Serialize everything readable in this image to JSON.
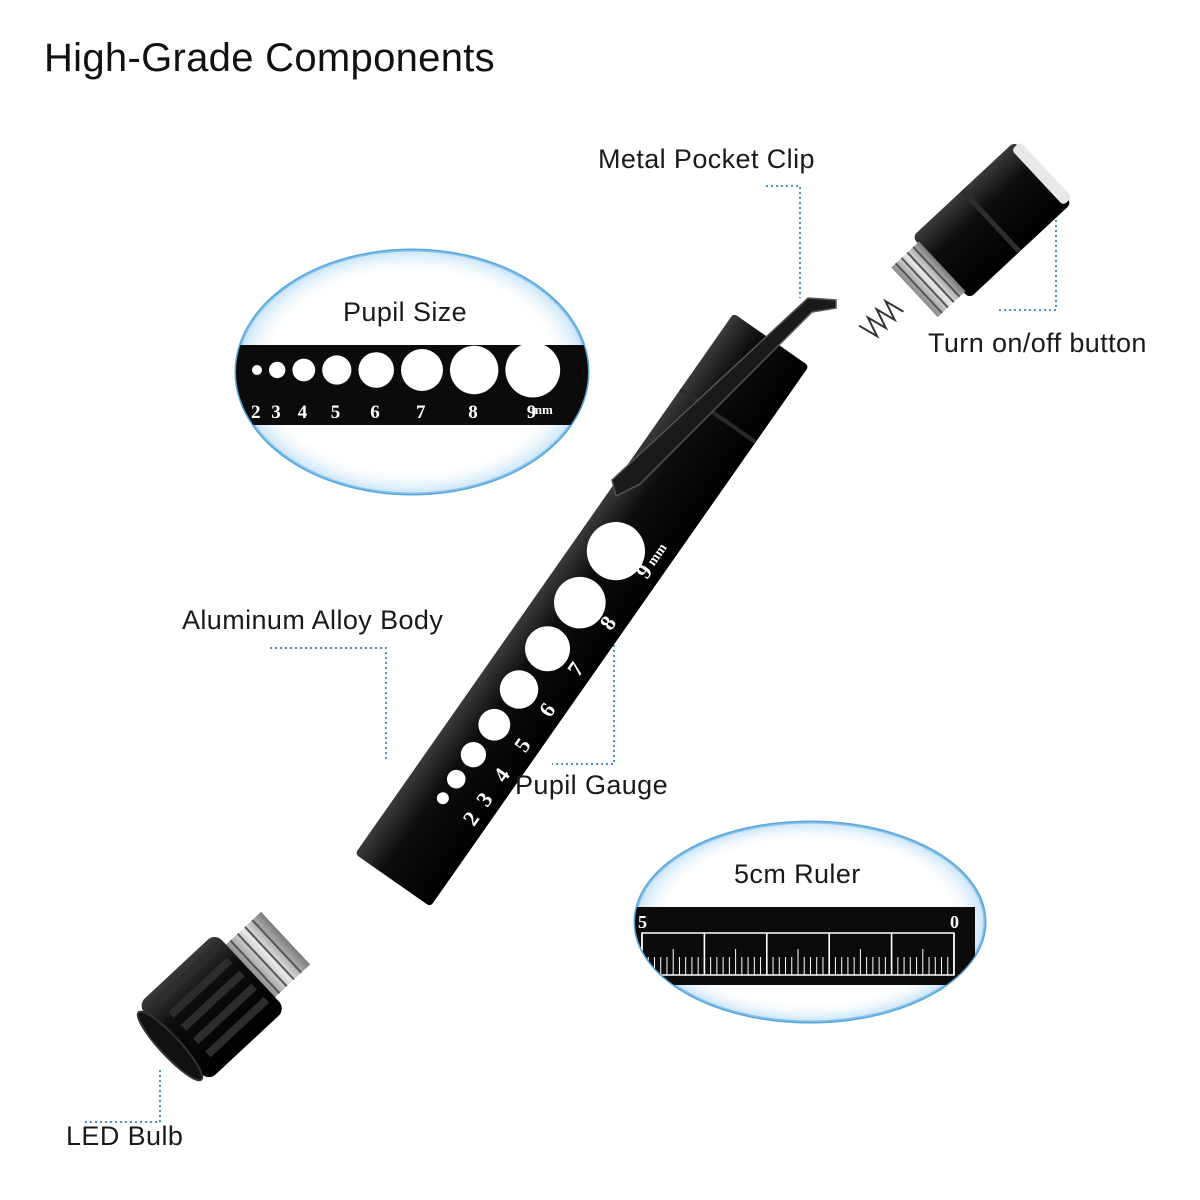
{
  "title": "High-Grade Components",
  "callouts": {
    "clip": "Metal Pocket Clip",
    "button": "Turn on/off button",
    "pupil_size": "Pupil Size",
    "body": "Aluminum Alloy Body",
    "gauge": "Pupil Gauge",
    "ruler": "5cm Ruler",
    "bulb": "LED Bulb"
  },
  "pupil_scale": {
    "sizes": [
      "2",
      "3",
      "4",
      "5",
      "6",
      "7",
      "8",
      "9"
    ],
    "unit": "mm"
  },
  "ruler_scale": {
    "start": "5",
    "end": "0"
  },
  "colors": {
    "leader_line": "#4a8fc4",
    "lens_outline": "#5aa7dc",
    "pen_body": "#0b0b0b",
    "gauge_dot": "#ffffff"
  }
}
